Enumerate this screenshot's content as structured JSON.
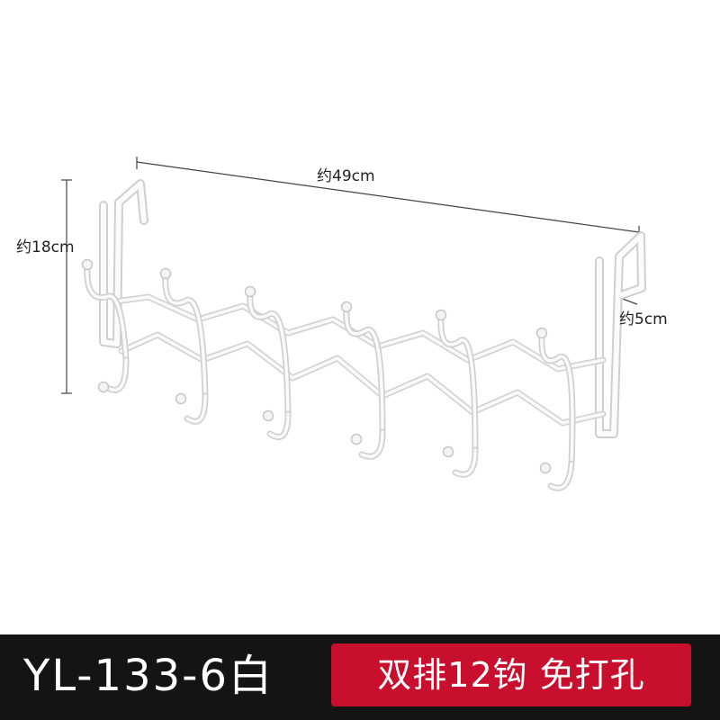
{
  "dimensions": {
    "width": "约49cm",
    "height": "约18cm",
    "depth": "约5cm"
  },
  "footer": {
    "model_code": "YL-133-6白",
    "feature_text": "双排12钩 免打孔"
  },
  "colors": {
    "background": "#ffffff",
    "footer_background": "#141414",
    "badge_background": "#c8102e",
    "product_stroke": "#d9d9d9"
  }
}
